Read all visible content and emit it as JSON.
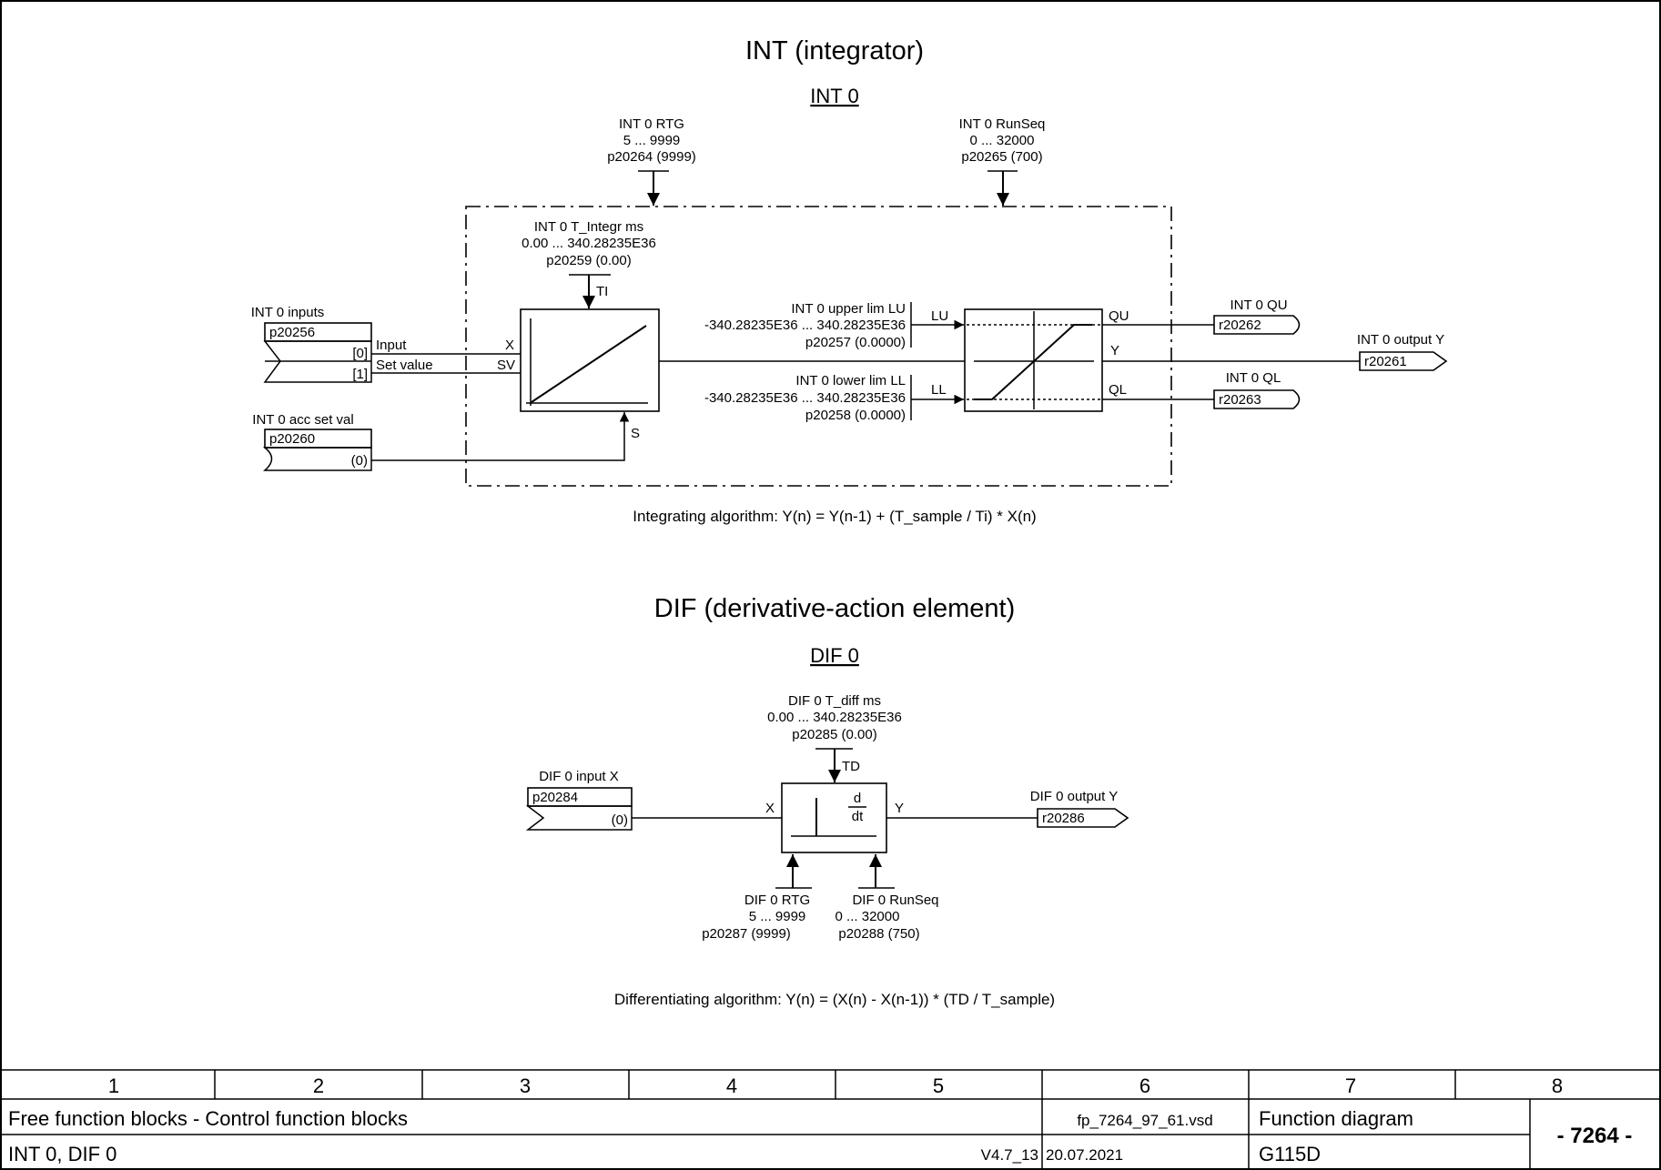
{
  "int_section": {
    "title": "INT (integrator)",
    "instance": "INT 0",
    "rtg": {
      "name": "INT 0 RTG",
      "range": "5 ... 9999",
      "param": "p20264 (9999)"
    },
    "runseq": {
      "name": "INT 0 RunSeq",
      "range": "0 ... 32000",
      "param": "p20265 (700)"
    },
    "t_integr": {
      "name": "INT 0 T_Integr ms",
      "range": "0.00 ... 340.28235E36",
      "param": "p20259 (0.00)",
      "port": "TI"
    },
    "inputs": {
      "name": "INT 0 inputs",
      "param": "p20256",
      "idx0": "[0]",
      "idx1": "[1]",
      "sig0": "Input",
      "sig1": "Set value"
    },
    "acc_set": {
      "name": "INT 0 acc set val",
      "param": "p20260",
      "default": "(0)"
    },
    "ports": {
      "x": "X",
      "sv": "SV",
      "s": "S",
      "lu": "LU",
      "ll": "LL",
      "qu": "QU",
      "ql": "QL",
      "y": "Y"
    },
    "upper_lim": {
      "name": "INT 0 upper lim LU",
      "range": "-340.28235E36 ... 340.28235E36",
      "param": "p20257 (0.0000)"
    },
    "lower_lim": {
      "name": "INT 0 lower lim LL",
      "range": "-340.28235E36 ... 340.28235E36",
      "param": "p20258 (0.0000)"
    },
    "qu_out": {
      "name": "INT 0 QU",
      "param": "r20262"
    },
    "ql_out": {
      "name": "INT 0 QL",
      "param": "r20263"
    },
    "y_out": {
      "name": "INT 0 output Y",
      "param": "r20261"
    },
    "algorithm": "Integrating algorithm: Y(n) = Y(n-1) + (T_sample / Ti) * X(n)"
  },
  "dif_section": {
    "title": "DIF (derivative-action element)",
    "instance": "DIF 0",
    "t_diff": {
      "name": "DIF 0 T_diff ms",
      "range": "0.00 ... 340.28235E36",
      "param": "p20285 (0.00)",
      "port": "TD"
    },
    "input": {
      "name": "DIF 0 input X",
      "param": "p20284",
      "default": "(0)"
    },
    "ports": {
      "x": "X",
      "y": "Y",
      "d": "d",
      "dt": "dt"
    },
    "output": {
      "name": "DIF 0 output Y",
      "param": "r20286"
    },
    "rtg": {
      "name": "DIF 0 RTG",
      "range": "5 ... 9999",
      "param": "p20287 (9999)"
    },
    "runseq": {
      "name": "DIF 0 RunSeq",
      "range": "0 ... 32000",
      "param": "p20288 (750)"
    },
    "algorithm": "Differentiating algorithm: Y(n) = (X(n) - X(n-1)) * (TD / T_sample)"
  },
  "footer": {
    "columns": [
      "1",
      "2",
      "3",
      "4",
      "5",
      "6",
      "7",
      "8"
    ],
    "title": "Free function blocks - Control function blocks",
    "subtitle": "INT 0, DIF 0",
    "file": "fp_7264_97_61.vsd",
    "date": "20.07.2021",
    "version": "V4.7_13",
    "doc_type": "Function diagram",
    "device": "G115D",
    "page": "- 7264 -"
  }
}
